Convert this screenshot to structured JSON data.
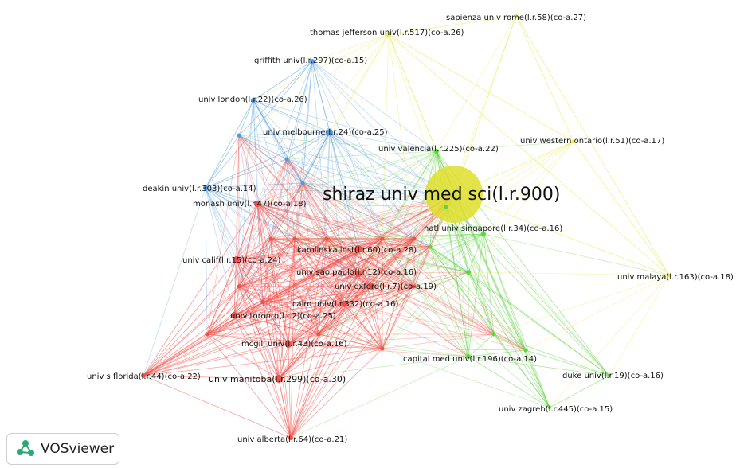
{
  "network": {
    "center_label": "shiraz univ med sci(l.r.900)",
    "nodes": [
      {
        "id": "shiraz",
        "label": "shiraz univ med sci(l.r.900)",
        "cluster": "yellow",
        "weight": 10
      },
      {
        "id": "sapienza",
        "label": "sapienza univ rome(l.r.58)(co-a.27)",
        "cluster": "yellow",
        "weight": 1
      },
      {
        "id": "jefferson",
        "label": "thomas jefferson univ(l.r.517)(co-a.26)",
        "cluster": "yellow",
        "weight": 2
      },
      {
        "id": "griffith",
        "label": "griffith univ(l.r.297)(co-a.15)",
        "cluster": "blue",
        "weight": 2
      },
      {
        "id": "london",
        "label": "univ london(l.r.22)(co-a.26)",
        "cluster": "blue",
        "weight": 2
      },
      {
        "id": "melbourne",
        "label": "univ melbourne(l.r.24)(co-a.25)",
        "cluster": "blue",
        "weight": 2
      },
      {
        "id": "valencia",
        "label": "univ valencia(l.r.225)(co-a.22)",
        "cluster": "green",
        "weight": 2
      },
      {
        "id": "ontario",
        "label": "univ western ontario(l.r.51)(co-a.17)",
        "cluster": "yellow",
        "weight": 1
      },
      {
        "id": "deakin",
        "label": "deakin univ(l.r.303)(co-a.14)",
        "cluster": "blue",
        "weight": 2
      },
      {
        "id": "monash",
        "label": "monash univ(l.r.47)(co-a.18)",
        "cluster": "red",
        "weight": 2
      },
      {
        "id": "singapore",
        "label": "natl univ singapore(l.r.34)(co-a.16)",
        "cluster": "green",
        "weight": 2
      },
      {
        "id": "karolinska",
        "label": "karolinska inst(l.r.60)(co-a.28)",
        "cluster": "red",
        "weight": 2
      },
      {
        "id": "calif",
        "label": "univ calif(l.r.15)(co-a.24)",
        "cluster": "red",
        "weight": 2
      },
      {
        "id": "saopaulo",
        "label": "univ sao paulo(l.r.12)(co-a.16)",
        "cluster": "red",
        "weight": 2
      },
      {
        "id": "oxford",
        "label": "univ oxford(l.r.7)(co-a.19)",
        "cluster": "red",
        "weight": 2
      },
      {
        "id": "malaya",
        "label": "univ malaya(l.r.163)(co-a.18)",
        "cluster": "yellow",
        "weight": 1
      },
      {
        "id": "cairo",
        "label": "cairo univ(l.r.332)(co-a.16)",
        "cluster": "red",
        "weight": 2
      },
      {
        "id": "toronto",
        "label": "univ toronto(l.r.2)(co-a.25)",
        "cluster": "red",
        "weight": 2
      },
      {
        "id": "mcgill",
        "label": "mcgill univ(l.r.43)(co-a.16)",
        "cluster": "red",
        "weight": 2
      },
      {
        "id": "capital",
        "label": "capital med univ(l.r.196)(co-a.14)",
        "cluster": "green",
        "weight": 2
      },
      {
        "id": "florida",
        "label": "univ s florida(l.r.44)(co-a.22)",
        "cluster": "red",
        "weight": 1
      },
      {
        "id": "manitoba",
        "label": "univ manitoba(l.r.299)(co-a.30)",
        "cluster": "red",
        "weight": 2
      },
      {
        "id": "duke",
        "label": "duke univ(l.r.19)(co-a.16)",
        "cluster": "green",
        "weight": 1
      },
      {
        "id": "zagreb",
        "label": "univ zagreb(l.r.445)(co-a.15)",
        "cluster": "green",
        "weight": 1
      },
      {
        "id": "alberta",
        "label": "univ alberta(l.r.64)(co-a.21)",
        "cluster": "red",
        "weight": 1
      },
      {
        "id": "greenhub",
        "label": "",
        "cluster": "green",
        "weight": 1
      }
    ],
    "colors": {
      "yellow": "#e6e63a",
      "green": "#5fd43f",
      "blue": "#4f9ae0",
      "red": "#f0504a",
      "center_fill": "#dede2a"
    }
  },
  "logo": {
    "icon": "vosviewer-logo-icon",
    "text": "VOSviewer"
  }
}
